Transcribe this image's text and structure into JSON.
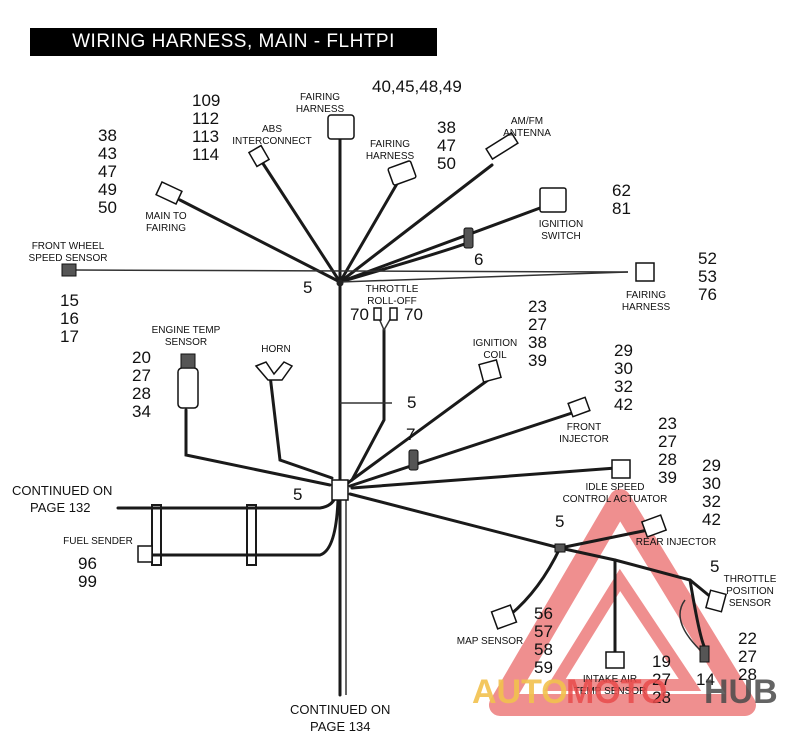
{
  "title": "WIRING HARNESS, MAIN - FLHTPI",
  "brand": {
    "part1": "AUTO",
    "part2": "MOTO",
    "part3": "HUB",
    "colors": {
      "auto": "#f2c14e",
      "moto": "#e84b4b",
      "hub": "#4a4a4a",
      "triangle": "#ea6a6a"
    }
  },
  "continued_top": [
    "CONTINUED ON",
    "PAGE 132"
  ],
  "continued_bottom": [
    "CONTINUED ON",
    "PAGE 134"
  ],
  "components": {
    "fairing_harness_top": {
      "label": [
        "FAIRING",
        "HARNESS"
      ],
      "refs": [
        "40,45,48,49"
      ]
    },
    "abs_interconnect": {
      "label": [
        "ABS",
        "INTERCONNECT"
      ],
      "refs": [
        "109",
        "112",
        "113",
        "114"
      ]
    },
    "fairing_harness_mid": {
      "label": [
        "FAIRING",
        "HARNESS"
      ],
      "refs": [
        "38",
        "47",
        "50"
      ]
    },
    "am_fm_antenna": {
      "label": [
        "AM/FM",
        "ANTENNA"
      ]
    },
    "main_to_fairing": {
      "label": [
        "MAIN TO",
        "FAIRING"
      ],
      "refs": [
        "38",
        "43",
        "47",
        "49",
        "50"
      ]
    },
    "ignition_switch": {
      "label": [
        "IGNITION",
        "SWITCH"
      ],
      "refs": [
        "62",
        "81"
      ]
    },
    "clip_6": {
      "refs": [
        "6"
      ]
    },
    "front_wheel_speed": {
      "label": [
        "FRONT WHEEL",
        "SPEED SENSOR"
      ],
      "refs": [
        "15",
        "16",
        "17"
      ]
    },
    "fairing_harness_right": {
      "label": [
        "FAIRING",
        "HARNESS"
      ],
      "refs": [
        "52",
        "53",
        "76"
      ]
    },
    "clip_5_top": {
      "refs": [
        "5"
      ]
    },
    "throttle_roll_off": {
      "label": [
        "THROTTLE",
        "ROLL-OFF"
      ],
      "refs": [
        "70",
        "70"
      ]
    },
    "ignition_coil": {
      "label": [
        "IGNITION",
        "COIL"
      ],
      "refs": [
        "23",
        "27",
        "38",
        "39"
      ]
    },
    "engine_temp": {
      "label": [
        "ENGINE TEMP",
        "SENSOR"
      ],
      "refs": [
        "20",
        "27",
        "28",
        "34"
      ]
    },
    "horn": {
      "label": [
        "HORN"
      ]
    },
    "clip_5_mid": {
      "refs": [
        "5"
      ]
    },
    "front_injector": {
      "label": [
        "FRONT",
        "INJECTOR"
      ],
      "refs": [
        "29",
        "30",
        "32",
        "42"
      ]
    },
    "clip_7": {
      "refs": [
        "7"
      ]
    },
    "idle_speed": {
      "label": [
        "IDLE SPEED",
        "CONTROL ACTUATOR"
      ],
      "refs": [
        "23",
        "27",
        "28",
        "39"
      ]
    },
    "clip_5_low": {
      "refs": [
        "5"
      ]
    },
    "rear_injector": {
      "label": [
        "REAR INJECTOR"
      ],
      "refs": [
        "29",
        "30",
        "32",
        "42"
      ]
    },
    "clip_5_rear": {
      "refs": [
        "5"
      ]
    },
    "clip_5_tps": {
      "refs": [
        "5"
      ]
    },
    "fuel_sender": {
      "label": [
        "FUEL SENDER"
      ],
      "refs": [
        "96",
        "99"
      ]
    },
    "throttle_position": {
      "label": [
        "THROTTLE",
        "POSITION",
        "SENSOR"
      ],
      "refs": [
        "22",
        "27",
        "28"
      ]
    },
    "map_sensor": {
      "label": [
        "MAP SENSOR"
      ],
      "refs": [
        "56",
        "57",
        "58",
        "59"
      ]
    },
    "intake_air_temp": {
      "label": [
        "INTAKE AIR",
        "TEMP SENSOR"
      ],
      "refs": [
        "19",
        "27",
        "28"
      ]
    },
    "clip_14": {
      "refs": [
        "14"
      ]
    }
  }
}
